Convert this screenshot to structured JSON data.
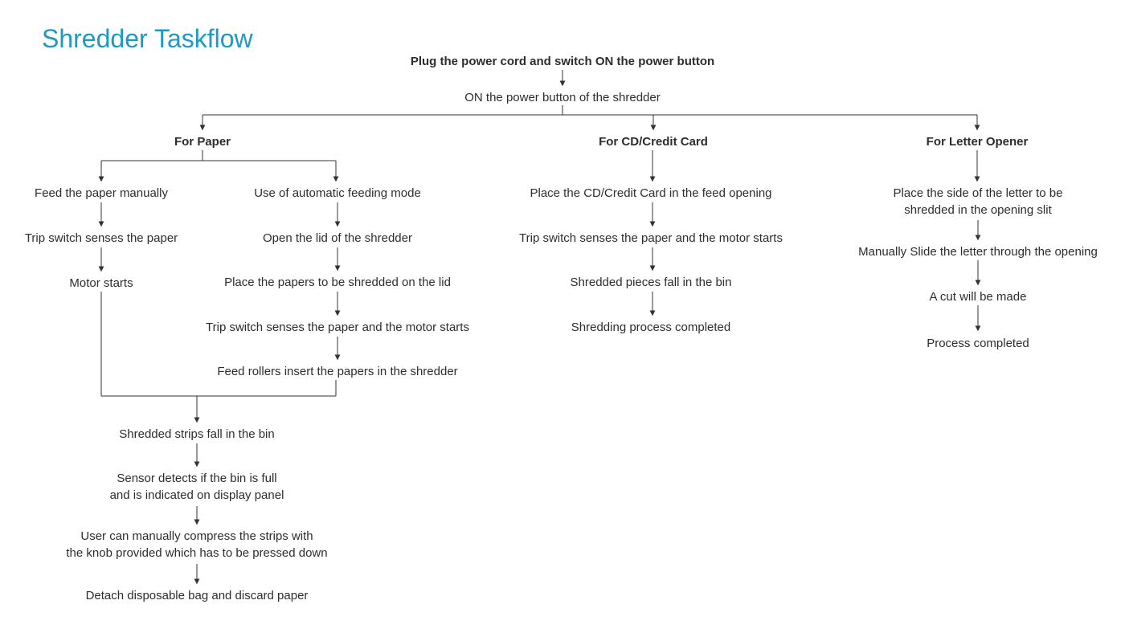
{
  "title": "Shredder Taskflow",
  "colors": {
    "accent": "#1b9ac4",
    "line": "#333333",
    "text": "#2d2d2d",
    "background": "#ffffff"
  },
  "flow": {
    "root": "Plug the power cord and switch ON the power button",
    "step2": "ON the power button of the shredder",
    "paper": {
      "header": "For Paper",
      "manual": [
        "Feed the paper manually",
        "Trip switch senses the paper",
        "Motor starts"
      ],
      "auto": [
        "Use of automatic feeding mode",
        "Open the lid of the shredder",
        "Place the papers to be shredded on the lid",
        "Trip switch senses the paper and the motor starts",
        "Feed rollers insert the papers in the shredder"
      ],
      "merged": [
        "Shredded strips fall in the bin",
        "Sensor detects if the bin is full\nand is indicated on display panel",
        "User can manually compress the strips with\nthe knob provided which has to be pressed down",
        "Detach disposable bag and discard paper"
      ]
    },
    "cd": {
      "header": "For CD/Credit Card",
      "steps": [
        "Place the CD/Credit Card in the feed opening",
        "Trip switch senses the paper and the motor starts",
        "Shredded pieces fall in the bin",
        "Shredding process completed"
      ]
    },
    "letter": {
      "header": "For Letter Opener",
      "steps": [
        "Place the side of the letter to be\nshredded in the opening slit",
        "Manually Slide the letter through the opening",
        "A cut will be made",
        "Process completed"
      ]
    }
  }
}
